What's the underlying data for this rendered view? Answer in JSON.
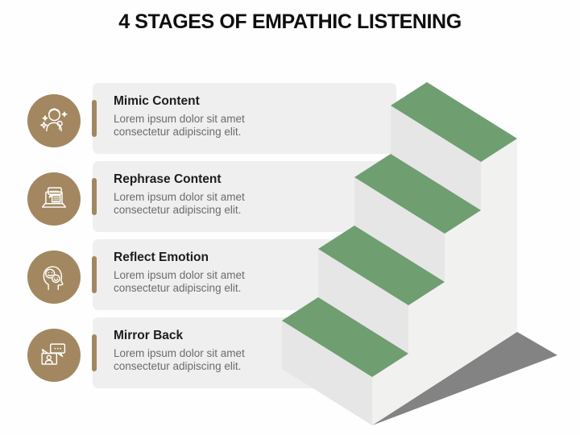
{
  "title": "4 STAGES OF EMPATHIC LISTENING",
  "stages": [
    {
      "title": "Mimic Content",
      "desc_line1": "Lorem ipsum dolor sit amet",
      "desc_line2": "consectetur adipiscing elit.",
      "icon": "performer-microphone-icon"
    },
    {
      "title": "Rephrase Content",
      "desc_line1": "Lorem ipsum dolor sit amet",
      "desc_line2": "consectetur adipiscing elit.",
      "icon": "laptop-chat-icon"
    },
    {
      "title": "Reflect Emotion",
      "desc_line1": "Lorem ipsum dolor sit amet",
      "desc_line2": "consectetur adipiscing elit.",
      "icon": "head-emotions-icon"
    },
    {
      "title": "Mirror Back",
      "desc_line1": "Lorem ipsum dolor sit amet",
      "desc_line2": "consectetur adipiscing elit.",
      "icon": "speech-bubbles-person-icon"
    }
  ],
  "staircase": {
    "steps": 4,
    "direction": "ascending to upper right"
  },
  "colors": {
    "step_green": "#6f9e70",
    "riser_gray": "#e6e6e6",
    "side_face_gray": "#f1f1f0",
    "shadow_gray": "#838383",
    "icon_brown": "#a28760",
    "accent_brown": "#a28760",
    "card_gray": "#efefef",
    "title_black": "#0e0e0e",
    "body_text_gray": "#6b6b6b",
    "icon_line": "#ffffff"
  }
}
